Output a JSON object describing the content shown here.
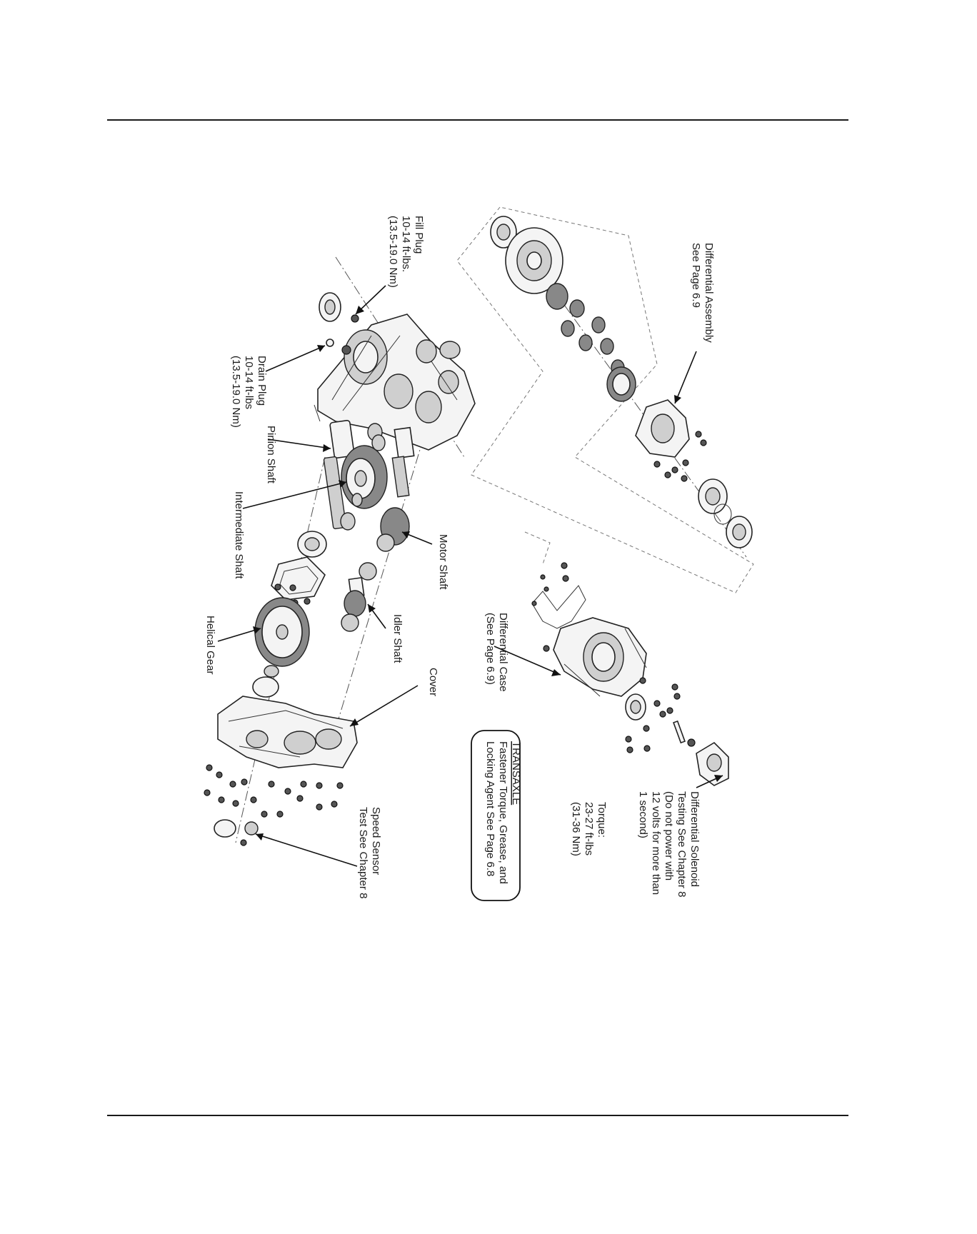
{
  "callouts": {
    "fill_plug": {
      "lines": [
        "Fill Plug",
        "10-14 ft-lbs.",
        "(13.5-19.0 Nm)"
      ]
    },
    "drain_plug": {
      "lines": [
        "Drain Plug",
        "10-14 ft-lbs",
        "(13.5-19.0 Nm)"
      ]
    },
    "pinion_shaft": {
      "lines": [
        "Pinion Shaft"
      ]
    },
    "intermediate_shaft": {
      "lines": [
        "Intermediate Shaft"
      ]
    },
    "helical_gear": {
      "lines": [
        "Helical Gear"
      ]
    },
    "motor_shaft": {
      "lines": [
        "Motor Shaft"
      ]
    },
    "idler_shaft": {
      "lines": [
        "Idler Shaft"
      ]
    },
    "cover": {
      "lines": [
        "Cover"
      ]
    },
    "speed_sensor": {
      "lines": [
        "Speed Sensor",
        "Test See Chapter 8"
      ]
    },
    "differential_assembly": {
      "lines": [
        "Differential Assembly",
        "See Page 6.9"
      ]
    },
    "differential_case": {
      "lines": [
        "Differential Case",
        "(See Page 6.9)"
      ]
    },
    "differential_solenoid": {
      "lines": [
        "Differential Solenoid",
        "Testing See Chapter 8",
        "(Do not power with",
        "12 volts for more than",
        "1 second)"
      ]
    },
    "solenoid_torque": {
      "lines": [
        "Torque:",
        "23-27 ft-lbs",
        "(31-36 Nm)"
      ]
    },
    "transaxle_box": {
      "lines": [
        "TRANSAXLE",
        "Fastener Torque, Grease, and",
        "Locking Agent See Page 6.8"
      ]
    }
  }
}
